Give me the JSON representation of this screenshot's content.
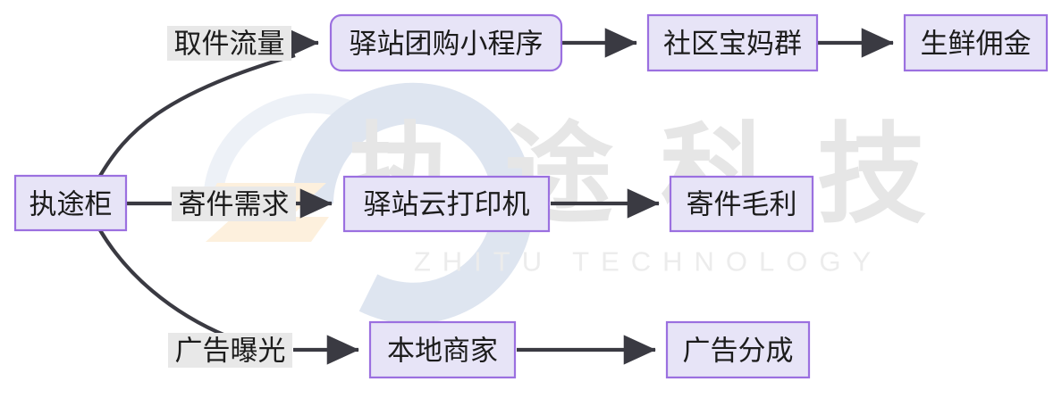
{
  "diagram": {
    "type": "flowchart",
    "title": "",
    "root": {
      "id": "root",
      "label": "执途柜",
      "shape": "rect"
    },
    "nodes": [
      {
        "id": "n1",
        "label": "驿站团购小程序",
        "shape": "rounded-rect",
        "row": 1,
        "col": 1
      },
      {
        "id": "n2",
        "label": "社区宝妈群",
        "shape": "rect",
        "row": 1,
        "col": 2
      },
      {
        "id": "n3",
        "label": "生鲜佣金",
        "shape": "rect",
        "row": 1,
        "col": 3
      },
      {
        "id": "n4",
        "label": "驿站云打印机",
        "shape": "rect",
        "row": 2,
        "col": 1
      },
      {
        "id": "n5",
        "label": "寄件毛利",
        "shape": "rect",
        "row": 2,
        "col": 2
      },
      {
        "id": "n6",
        "label": "本地商家",
        "shape": "rect",
        "row": 3,
        "col": 1
      },
      {
        "id": "n7",
        "label": "广告分成",
        "shape": "rect",
        "row": 3,
        "col": 2
      }
    ],
    "edges": [
      {
        "from": "root",
        "to": "n1",
        "label": "取件流量",
        "style": "curved"
      },
      {
        "from": "n1",
        "to": "n2",
        "label": "",
        "style": "straight"
      },
      {
        "from": "n2",
        "to": "n3",
        "label": "",
        "style": "straight"
      },
      {
        "from": "root",
        "to": "n4",
        "label": "寄件需求",
        "style": "straight"
      },
      {
        "from": "n4",
        "to": "n5",
        "label": "",
        "style": "straight"
      },
      {
        "from": "root",
        "to": "n6",
        "label": "广告曝光",
        "style": "curved"
      },
      {
        "from": "n6",
        "to": "n7",
        "label": "",
        "style": "straight"
      }
    ],
    "colors": {
      "node_fill": "#e7e4f7",
      "node_stroke": "#9b70e0",
      "edge_stroke": "#3a3a42",
      "edge_label_bg": "#e8e8e8",
      "text": "#1c1c1c",
      "background": "#ffffff",
      "watermark_text": "#e6e6e6",
      "watermark_ring": "#dee5f0",
      "watermark_accent": "#fdf0dd"
    }
  },
  "watermark": {
    "brand_cn": "执途科技",
    "brand_cn_chars": [
      "执",
      "途",
      "科",
      "技"
    ],
    "brand_en": "ZHITU TECHNOLOGY",
    "logo_name": "zhitu-logo"
  }
}
